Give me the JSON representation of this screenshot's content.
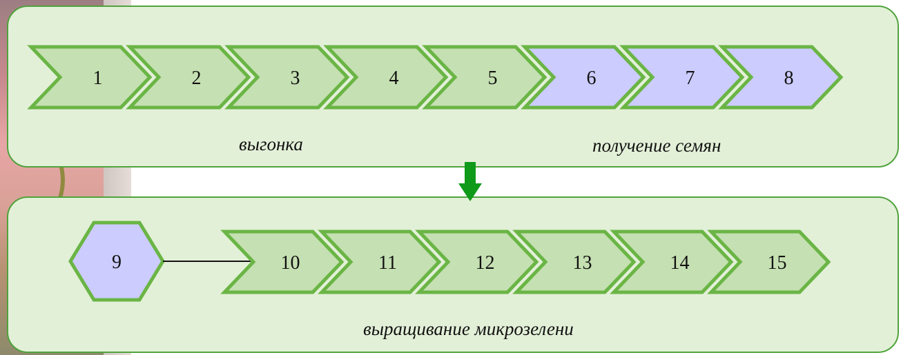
{
  "process": {
    "row1_steps": [
      {
        "label": "1",
        "stage": "forcing"
      },
      {
        "label": "2",
        "stage": "forcing"
      },
      {
        "label": "3",
        "stage": "forcing"
      },
      {
        "label": "4",
        "stage": "forcing"
      },
      {
        "label": "5",
        "stage": "forcing"
      },
      {
        "label": "6",
        "stage": "seeds"
      },
      {
        "label": "7",
        "stage": "seeds"
      },
      {
        "label": "8",
        "stage": "seeds"
      }
    ],
    "row2_start": {
      "label": "9"
    },
    "row2_steps": [
      {
        "label": "10"
      },
      {
        "label": "11"
      },
      {
        "label": "12"
      },
      {
        "label": "13"
      },
      {
        "label": "14"
      },
      {
        "label": "15"
      }
    ],
    "captions": {
      "forcing": "выгонка",
      "seeds": "получение семян",
      "microgreens": "выращивание микрозелени"
    }
  },
  "colors": {
    "panel_fill": "#e3f0d8",
    "panel_border": "#4fa33b",
    "green_step_fill": "#c5e0b2",
    "green_step_border": "#6ab545",
    "blue_step_fill": "#ccccff",
    "arrow": "#0f9a1a"
  },
  "icons": {
    "down_arrow": "down-arrow-icon"
  }
}
